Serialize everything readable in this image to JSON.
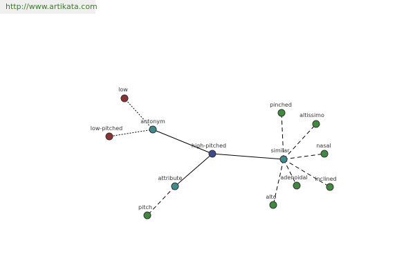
{
  "banner": {
    "url": "http://www.artikata.com"
  },
  "colors": {
    "center": "#3a4a8a",
    "relation": "#3f8a8a",
    "leaf_green": "#3f8a3f",
    "leaf_red": "#8a3333"
  },
  "diagram": {
    "nodes": [
      {
        "id": "high-pitched",
        "label": "high-pitched",
        "kind": "center"
      },
      {
        "id": "antonym",
        "label": "antonym",
        "kind": "relation"
      },
      {
        "id": "attribute",
        "label": "attribute",
        "kind": "relation"
      },
      {
        "id": "similar",
        "label": "similar",
        "kind": "relation"
      },
      {
        "id": "low",
        "label": "low",
        "kind": "leaf_red"
      },
      {
        "id": "low-pitched",
        "label": "low-pitched",
        "kind": "leaf_red"
      },
      {
        "id": "pitch",
        "label": "pitch",
        "kind": "leaf_green"
      },
      {
        "id": "pinched",
        "label": "pinched",
        "kind": "leaf_green"
      },
      {
        "id": "altissimo",
        "label": "altissimo",
        "kind": "leaf_green"
      },
      {
        "id": "nasal",
        "label": "nasal",
        "kind": "leaf_green"
      },
      {
        "id": "adenoidal",
        "label": "adenoidal",
        "kind": "leaf_green"
      },
      {
        "id": "inclined",
        "label": "inclined",
        "kind": "leaf_green"
      },
      {
        "id": "alto",
        "label": "alto",
        "kind": "leaf_green"
      }
    ],
    "edges": [
      {
        "from": "high-pitched",
        "to": "antonym",
        "style": "solid"
      },
      {
        "from": "high-pitched",
        "to": "attribute",
        "style": "solid"
      },
      {
        "from": "high-pitched",
        "to": "similar",
        "style": "solid"
      },
      {
        "from": "antonym",
        "to": "low",
        "style": "dotted"
      },
      {
        "from": "antonym",
        "to": "low-pitched",
        "style": "dotted"
      },
      {
        "from": "attribute",
        "to": "pitch",
        "style": "dashed"
      },
      {
        "from": "similar",
        "to": "pinched",
        "style": "dashed"
      },
      {
        "from": "similar",
        "to": "altissimo",
        "style": "dashed"
      },
      {
        "from": "similar",
        "to": "nasal",
        "style": "dashed"
      },
      {
        "from": "similar",
        "to": "adenoidal",
        "style": "dashed"
      },
      {
        "from": "similar",
        "to": "inclined",
        "style": "dashed"
      },
      {
        "from": "similar",
        "to": "alto",
        "style": "dashed"
      }
    ]
  }
}
